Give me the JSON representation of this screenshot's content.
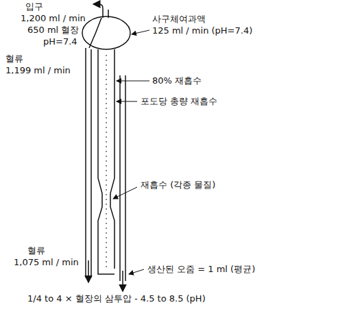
{
  "diagram": {
    "labels": [
      "입구",
      "1,200 ml / min",
      "650 ml 혈장",
      "pH=7.4",
      "혈류",
      "1,199 ml / min",
      "사구체여과액",
      "125 ml / min (pH=7.4)",
      "80% 재흡수",
      "포도당 총량 재흡수",
      "재흡수 (각종 물질)",
      "혈류",
      "1,075 ml / min",
      "생산된 오줌 = 1 ml (평균)",
      "1/4 to 4 × 혈장의 삼투압 - 4.5 to 8.5 (pH)"
    ]
  }
}
